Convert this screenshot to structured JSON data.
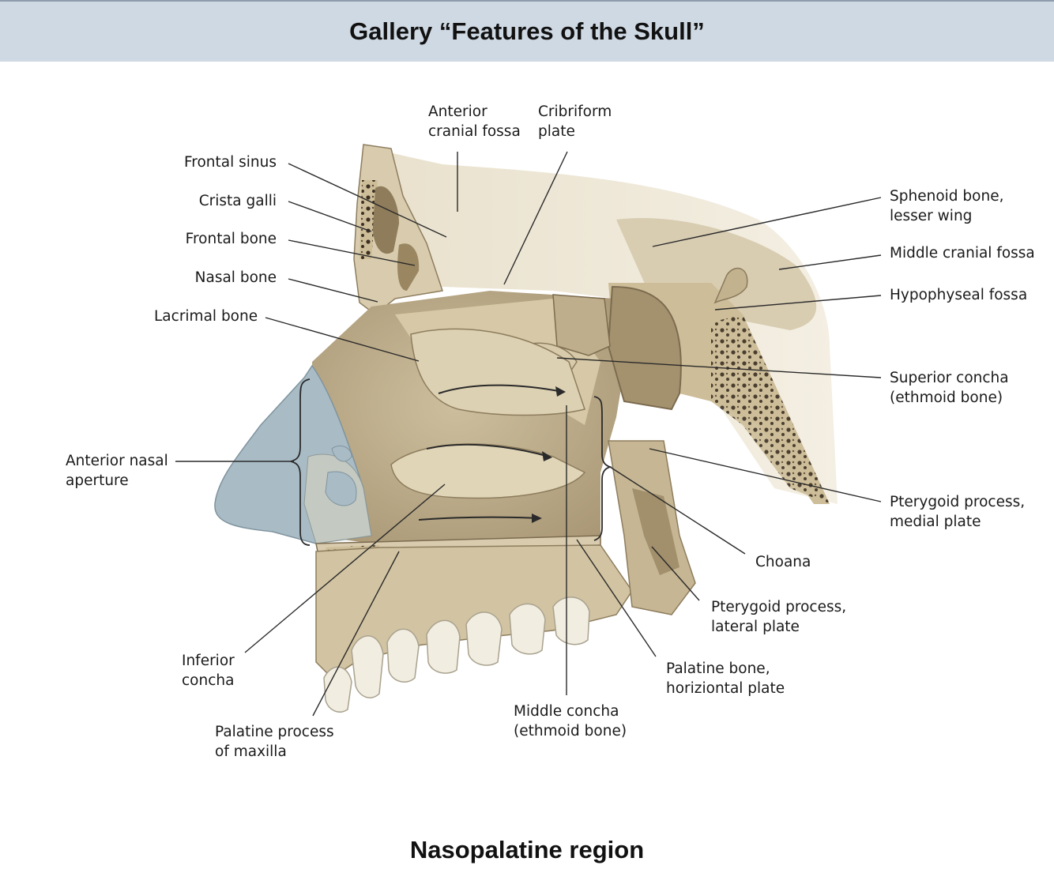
{
  "header": {
    "title": "Gallery “Features of the Skull”"
  },
  "labels": {
    "frontal_sinus": "Frontal sinus",
    "crista_galli": "Crista galli",
    "frontal_bone": "Frontal bone",
    "nasal_bone": "Nasal bone",
    "lacrimal_bone": "Lacrimal bone",
    "anterior_nasal_aperture": "Anterior nasal\naperture",
    "inferior_concha": "Inferior\nconcha",
    "palatine_process": "Palatine process\nof maxilla",
    "anterior_cranial_fossa": "Anterior\ncranial fossa",
    "cribriform_plate": "Cribriform\nplate",
    "sphenoid_lesser_wing": "Sphenoid bone,\nlesser wing",
    "middle_cranial_fossa": "Middle cranial fossa",
    "hypophyseal_fossa": "Hypophyseal fossa",
    "superior_concha": "Superior concha\n(ethmoid bone)",
    "pterygoid_medial": "Pterygoid process,\nmedial plate",
    "choana": "Choana",
    "pterygoid_lateral": "Pterygoid process,\nlateral plate",
    "palatine_horizontal": "Palatine bone,\nhoriziontal plate",
    "middle_concha": "Middle concha\n(ethmoid bone)"
  },
  "caption": "Nasopalatine region",
  "colors": {
    "header_bg": "#cfd9e3",
    "bone": "#d9ccae",
    "bone_dark": "#a99876",
    "cartilage": "#a9bcc6",
    "leader_line": "#2a2a2a"
  }
}
